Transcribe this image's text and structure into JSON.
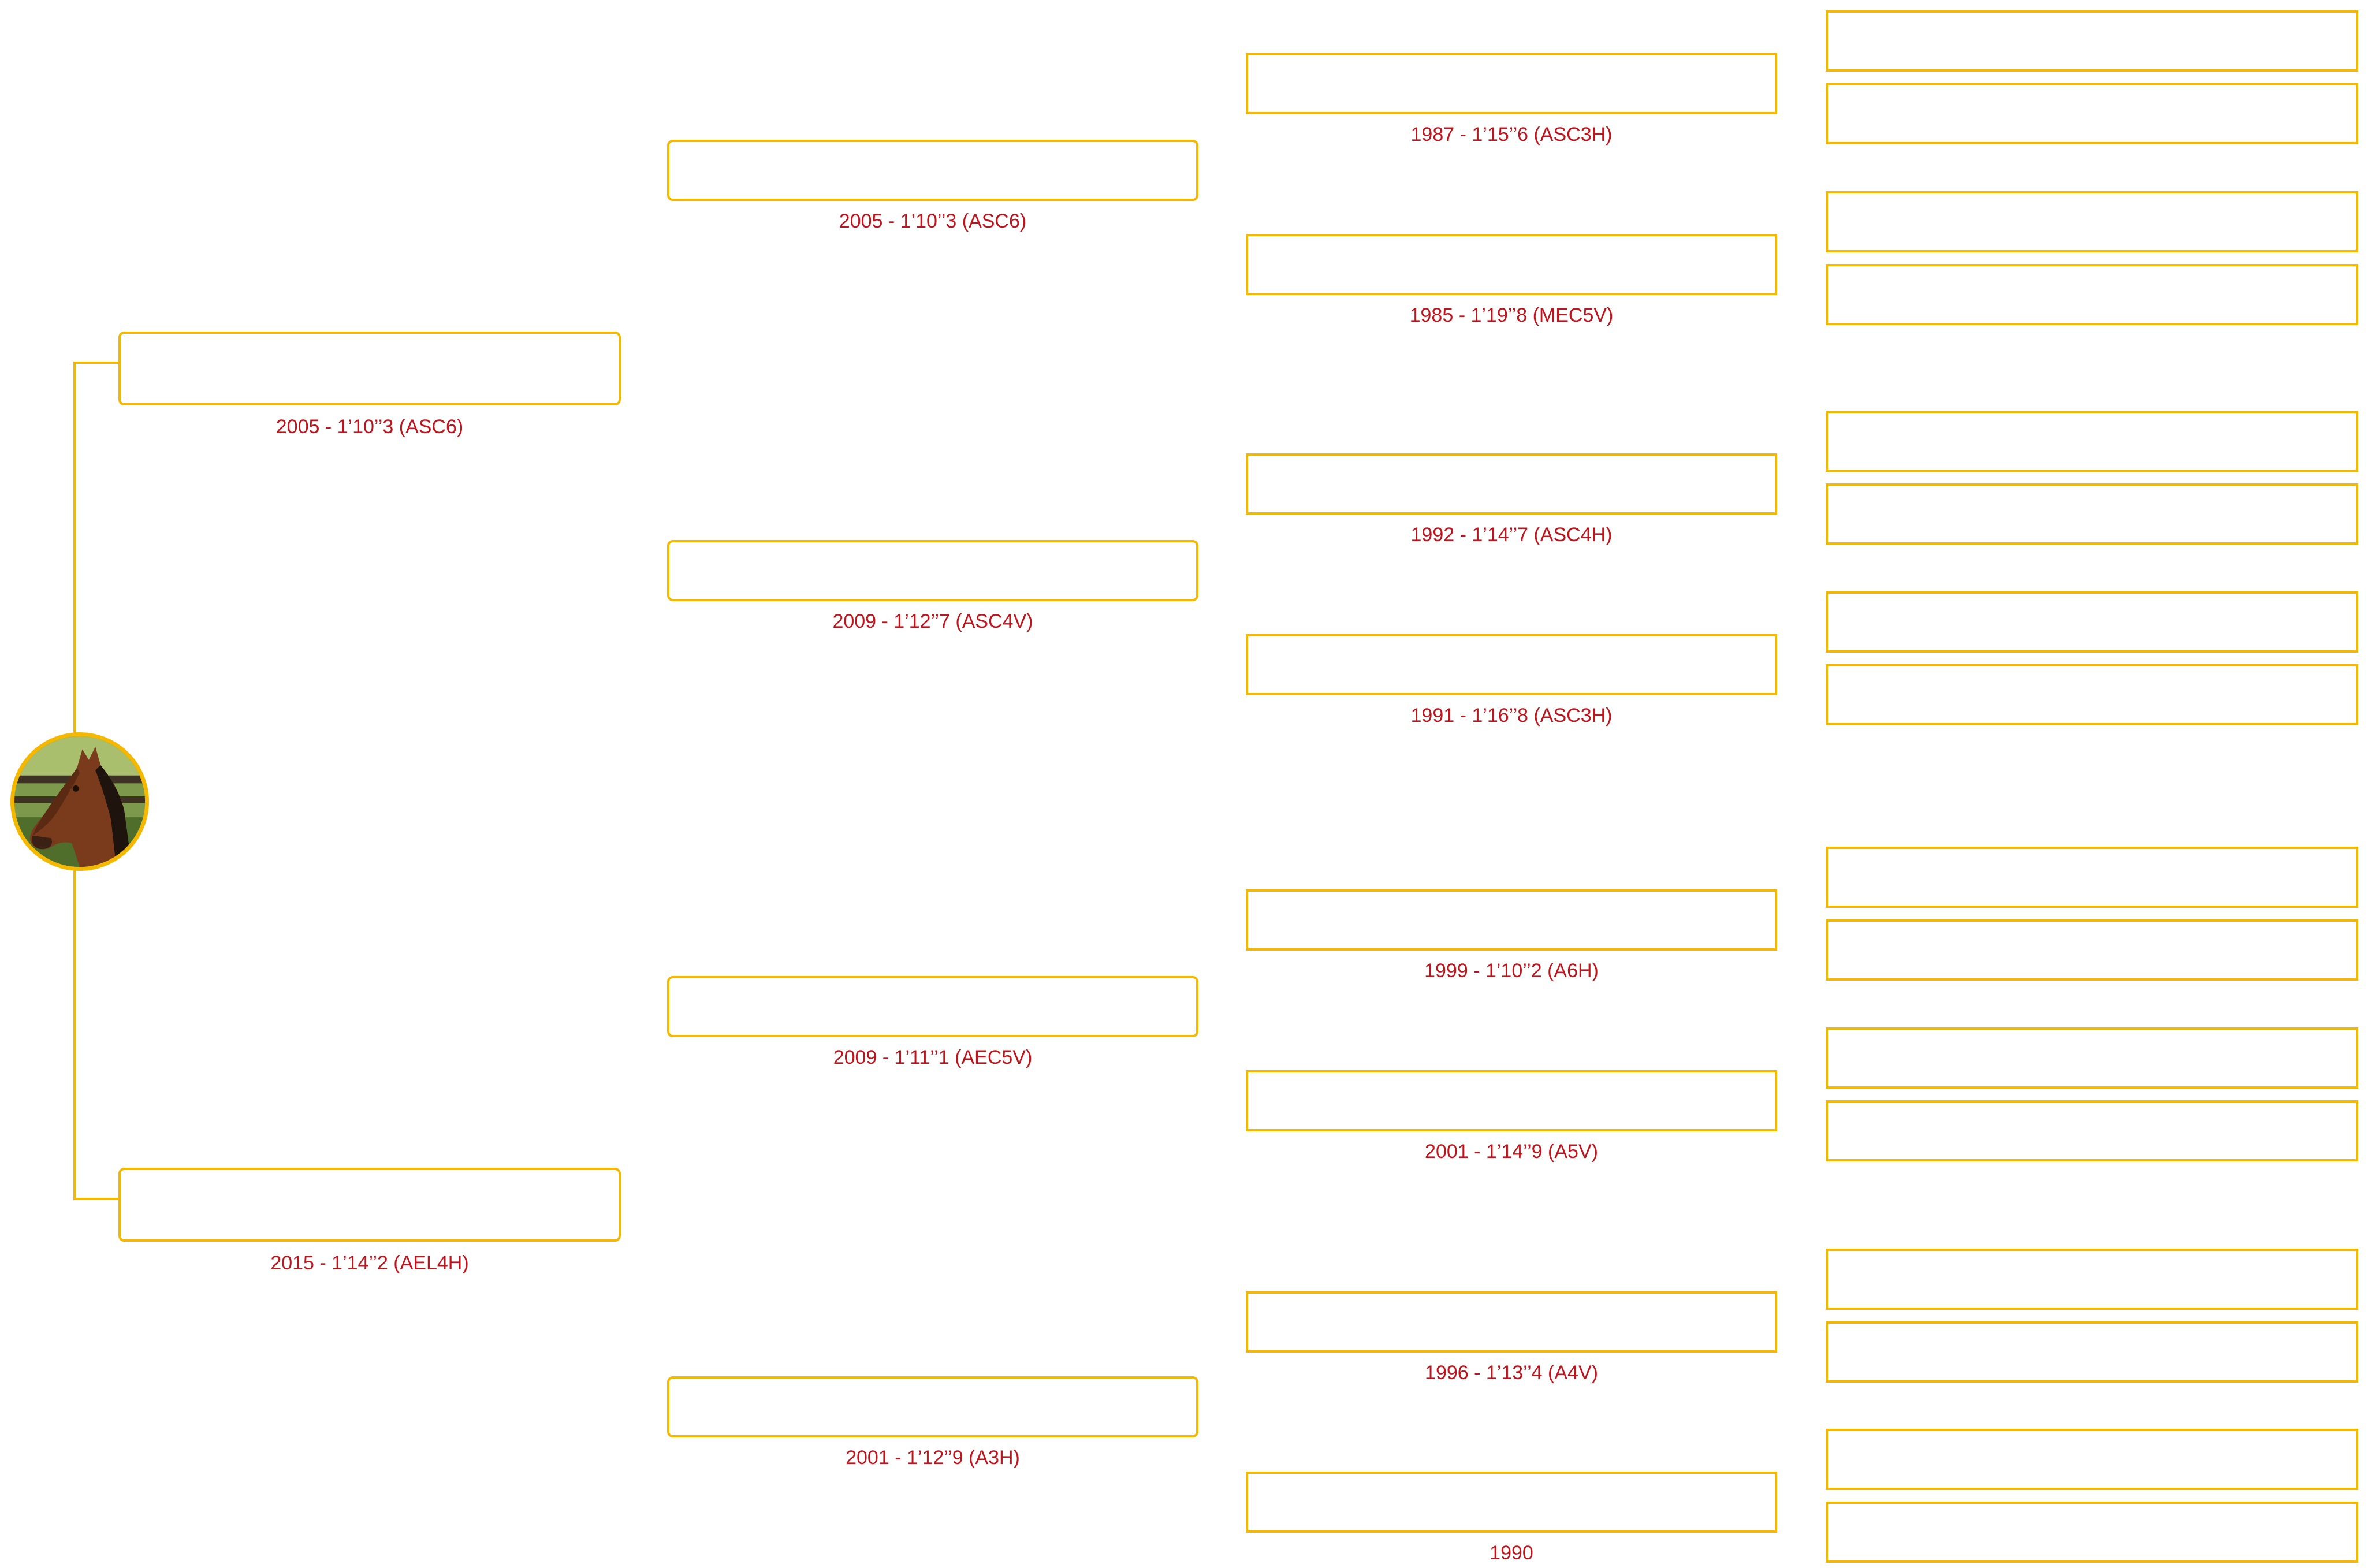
{
  "theme": {
    "accent": "#f5b800",
    "caption_color": "#c0141c",
    "background": "#ffffff"
  },
  "subject": {
    "photo_icon": "horse-head-photo"
  },
  "generation_1": [
    {
      "caption": "2005 - 1’10’’3 (ASC6)"
    },
    {
      "caption": "2015 - 1’14’’2 (AEL4H)"
    }
  ],
  "generation_2": [
    {
      "caption": "2005 - 1’10’’3 (ASC6)"
    },
    {
      "caption": "2009 - 1’12’’7 (ASC4V)"
    },
    {
      "caption": "2009 - 1’11’’1 (AEC5V)"
    },
    {
      "caption": "2001 - 1’12’’9 (A3H)"
    }
  ],
  "generation_3": [
    {
      "caption": "1987 - 1’15’’6 (ASC3H)"
    },
    {
      "caption": "1985 - 1’19’’8 (MEC5V)"
    },
    {
      "caption": "1992 - 1’14’’7 (ASC4H)"
    },
    {
      "caption": "1991 - 1’16’’8 (ASC3H)"
    },
    {
      "caption": "1999 - 1’10’’2 (A6H)"
    },
    {
      "caption": "2001 - 1’14’’9 (A5V)"
    },
    {
      "caption": "1996 - 1’13’’4 (A4V)"
    },
    {
      "caption": "1990"
    }
  ],
  "generation_4_count": 16
}
